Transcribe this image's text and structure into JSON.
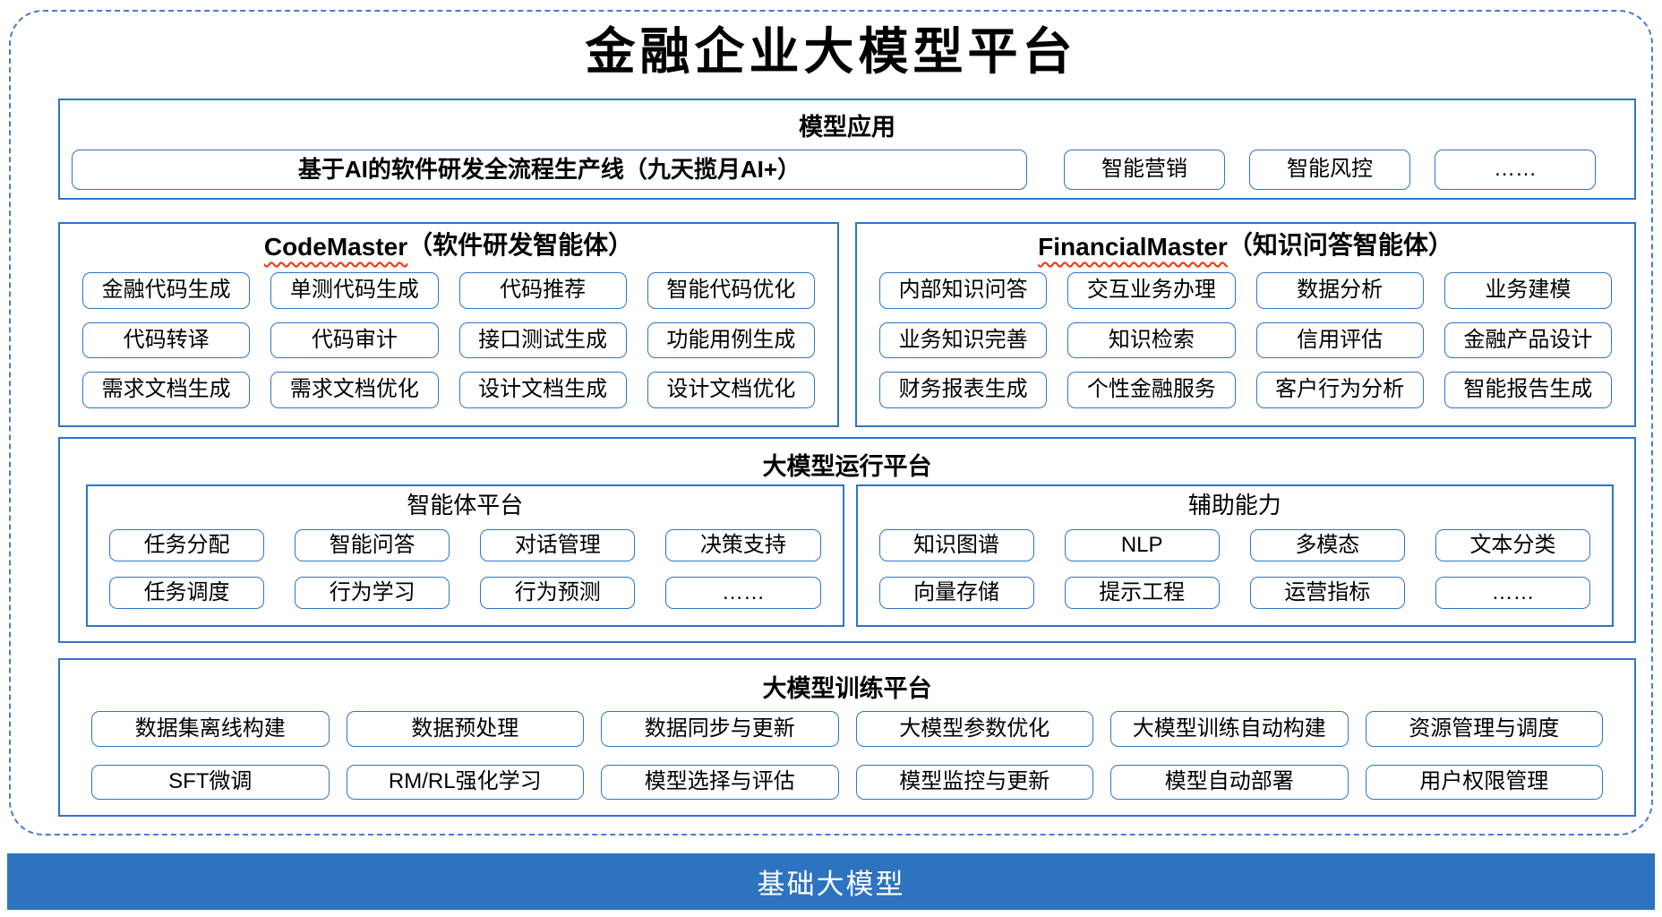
{
  "title": "金融企业大模型平台",
  "colors": {
    "border_blue": "#2E75C6",
    "dashed_blue": "#4C79D2",
    "bar_blue": "#2E73BF",
    "squiggle_red": "#FF2D00",
    "text_black": "#000000",
    "bar_text": "#FFFFFF"
  },
  "sections": {
    "model_app": {
      "title": "模型应用",
      "wide_box": "基于AI的软件研发全流程生产线（九天揽月AI+）",
      "boxes": [
        "智能营销",
        "智能风控",
        "……"
      ]
    },
    "codemaster": {
      "title_en": "CodeMaster",
      "title_zh": "（软件研发智能体）",
      "boxes": [
        "金融代码生成",
        "单测代码生成",
        "代码推荐",
        "智能代码优化",
        "代码转译",
        "代码审计",
        "接口测试生成",
        "功能用例生成",
        "需求文档生成",
        "需求文档优化",
        "设计文档生成",
        "设计文档优化"
      ]
    },
    "financialmaster": {
      "title_en": "FinancialMaster",
      "title_zh": "（知识问答智能体）",
      "boxes": [
        "内部知识问答",
        "交互业务办理",
        "数据分析",
        "业务建模",
        "业务知识完善",
        "知识检索",
        "信用评估",
        "金融产品设计",
        "财务报表生成",
        "个性金融服务",
        "客户行为分析",
        "智能报告生成"
      ]
    },
    "runtime": {
      "title": "大模型运行平台",
      "agent_platform": {
        "title": "智能体平台",
        "boxes": [
          "任务分配",
          "智能问答",
          "对话管理",
          "决策支持",
          "任务调度",
          "行为学习",
          "行为预测",
          "……"
        ]
      },
      "aux": {
        "title": "辅助能力",
        "boxes": [
          "知识图谱",
          "NLP",
          "多模态",
          "文本分类",
          "向量存储",
          "提示工程",
          "运营指标",
          "……"
        ]
      }
    },
    "training": {
      "title": "大模型训练平台",
      "boxes": [
        "数据集离线构建",
        "数据预处理",
        "数据同步与更新",
        "大模型参数优化",
        "大模型训练自动构建",
        "资源管理与调度",
        "SFT微调",
        "RM/RL强化学习",
        "模型选择与评估",
        "模型监控与更新",
        "模型自动部署",
        "用户权限管理"
      ]
    },
    "foundation": {
      "title": "基础大模型"
    }
  }
}
